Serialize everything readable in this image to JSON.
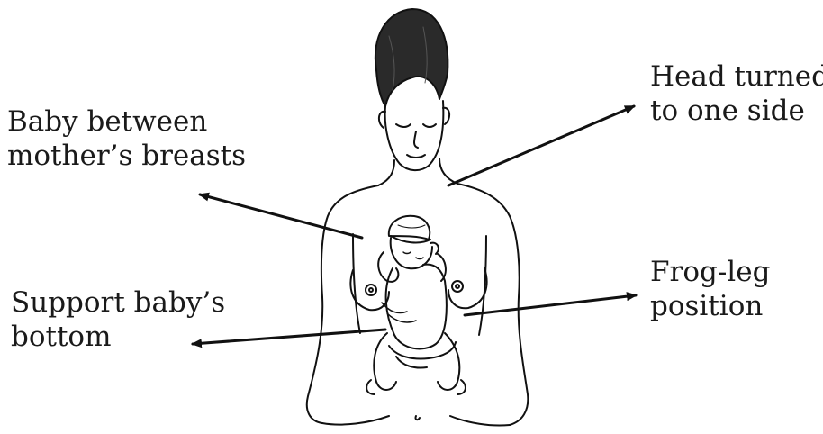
{
  "labels": {
    "baby_between": {
      "line1": "Baby between",
      "line2": "mother’s breasts"
    },
    "support_bottom": {
      "line1": "Support baby’s",
      "line2": "bottom"
    },
    "head_turned": {
      "line1": "Head turned",
      "line2": "to one side"
    },
    "frog_leg": {
      "line1": "Frog-leg",
      "line2": "position"
    }
  },
  "colors": {
    "ink": "#111111",
    "background": "#ffffff"
  }
}
